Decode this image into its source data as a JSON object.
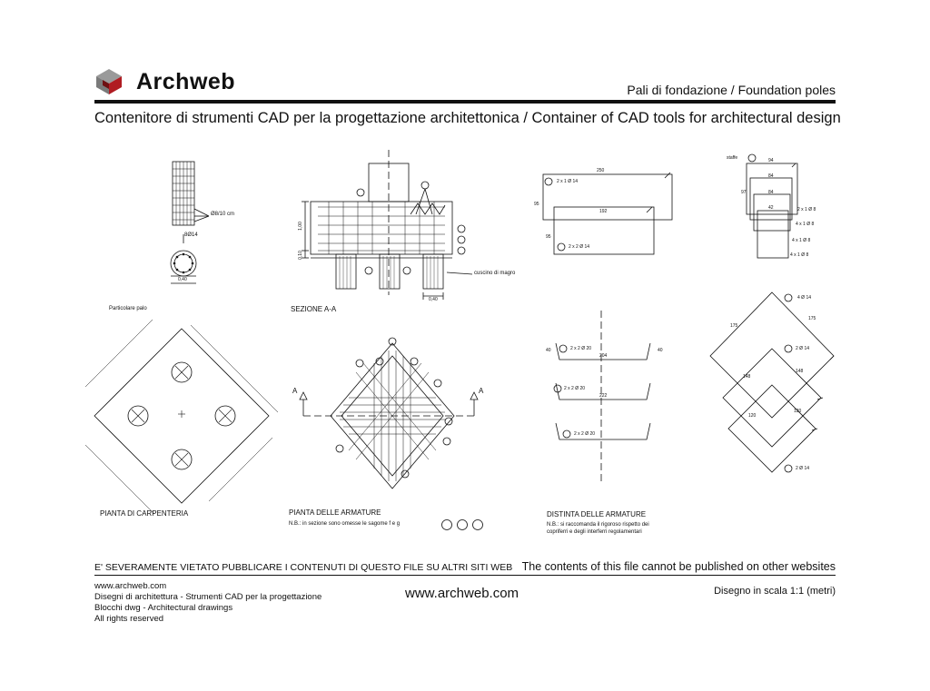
{
  "header": {
    "logo_text": "Archweb",
    "title": "Pali di fondazione  /  Foundation poles",
    "subtitle": "Contenitore di strumenti CAD per la progettazione architettonica  /  Container of CAD tools for architectural design"
  },
  "drawings": {
    "particolare_palo": {
      "caption": "Particolare palo",
      "stirrup": "Ø8/10 cm",
      "bars": "8Ø14",
      "diameter": "0,40"
    },
    "sezione": {
      "caption": "SEZIONE A-A",
      "lean_concrete": "cuscino di magro",
      "height": "1,00",
      "base": "0,10",
      "width": "0,40"
    },
    "pianta_carpenteria": {
      "caption": "PIANTA DI CARPENTERIA"
    },
    "pianta_armature": {
      "caption": "PIANTA DELLE ARMATURE",
      "note": "N.B.: in sezione sono omesse le sagome   f   e   g",
      "section_marker": "A"
    },
    "distinta": {
      "caption": "DISTINTA DELLE ARMATURE",
      "note_line1": "N.B.: si raccomanda il rigoroso rispetto dei",
      "note_line2": "copriferri e degli interferri regolamentari",
      "a_label": "2 x 1 Ø 14",
      "b_label": "2 x 2 Ø 14",
      "c_label": "2 x 2 Ø 20",
      "d_label": "2 x 2 Ø 20",
      "e_label": "2 x 2 Ø 20",
      "dim_250": "250",
      "dim_192": "192",
      "dim_95a": "95",
      "dim_95b": "95",
      "dim_204": "204",
      "dim_222": "222",
      "dim_40": "40"
    },
    "staffe": {
      "label": "staffe",
      "dim_94": "94",
      "dim_84a": "84",
      "dim_84b": "84",
      "dim_97": "97",
      "dim_42": "42",
      "l1": "2 x 1 Ø 8",
      "l2": "4 x 1 Ø 8",
      "l3": "4 x 1 Ø 8",
      "l4": "4 x 1 Ø 8"
    },
    "diamonds": {
      "i_label": "4 Ø 14",
      "f_label": "2 Ø 14",
      "g_label": "2 Ø 14",
      "dim_175a": "175",
      "dim_175b": "175",
      "dim_148a": "148",
      "dim_148b": "148",
      "dim_120a": "120",
      "dim_120b": "120"
    }
  },
  "footer": {
    "warning_it": "E' SEVERAMENTE VIETATO PUBBLICARE I CONTENUTI DI QUESTO FILE SU ALTRI SITI WEB",
    "warning_en": "The contents of this file cannot be published on other websites",
    "info_line1": "www.archweb.com",
    "info_line2": "Disegni di architettura - Strumenti CAD  per la progettazione",
    "info_line3": "Blocchi dwg - Architectural drawings",
    "info_line4": "All rights reserved",
    "site": "www.archweb.com",
    "scale": "Disegno in scala 1:1 (metri)"
  },
  "colors": {
    "line": "#111111",
    "logo_red": "#b01c22",
    "logo_grey": "#8a8a8a"
  }
}
